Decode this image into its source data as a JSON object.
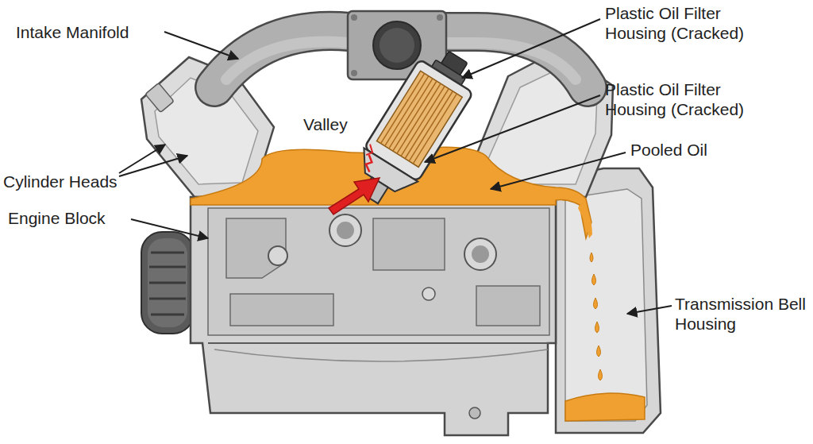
{
  "diagram": {
    "labels": [
      "Intake Manifold",
      "Plastic Oil Filter Housing (Cracked)",
      "Plastic Oil Filter Housing (Cracked)",
      "Valley",
      "Pooled Oil",
      "Cylinder Heads",
      "Engine Block",
      "Transmission Bell Housing"
    ]
  }
}
